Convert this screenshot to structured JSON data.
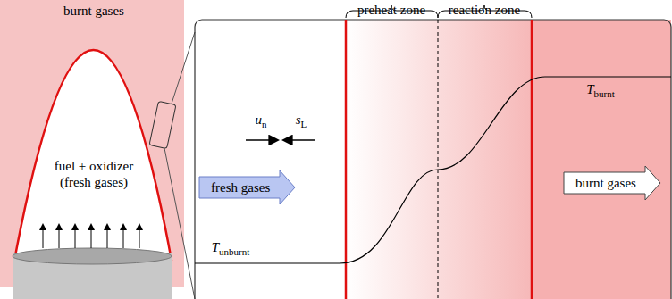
{
  "diagram": {
    "nodes": [
      {
        "text": [
          "fresh gases"
        ]
      },
      {
        "text": [
          "burnt gases"
        ]
      }
    ],
    "labels": [
      "burnt gases",
      "fuel + oxidizer",
      "(fresh gases)",
      "preheat zone",
      "reaction zone",
      "un",
      "sL",
      "Tunburnt",
      "Tburnt"
    ]
  }
}
